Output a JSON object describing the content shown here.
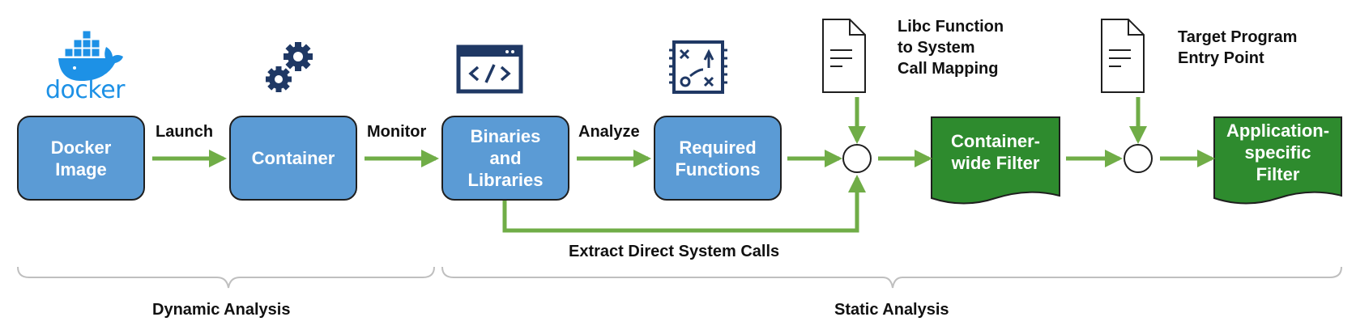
{
  "nodes": {
    "docker_image": "Docker\nImage",
    "container": "Container",
    "binaries": "Binaries\nand\nLibraries",
    "required": "Required\nFunctions",
    "container_filter": "Container-\nwide Filter",
    "app_filter": "Application-\nspecific\nFilter"
  },
  "edges": {
    "launch": "Launch",
    "monitor": "Monitor",
    "analyze": "Analyze",
    "extract": "Extract Direct System Calls"
  },
  "notes": {
    "libc": "Libc Function\nto System\nCall Mapping",
    "entry": "Target Program\nEntry Point"
  },
  "phases": {
    "dynamic": "Dynamic Analysis",
    "static": "Static Analysis"
  },
  "logo": {
    "docker_wordmark": "docker"
  },
  "icons": {
    "docker": "docker-whale-icon",
    "container": "gears-icon",
    "binaries": "code-window-icon",
    "required": "function-diagram-icon",
    "libc_doc": "document-icon",
    "entry_doc": "document-icon"
  },
  "colors": {
    "box_fill": "#5b9bd5",
    "filter_fill": "#2e8b2e",
    "arrow": "#70ad47",
    "icon_navy": "#1f3864",
    "docker_blue": "#1d91e6"
  }
}
